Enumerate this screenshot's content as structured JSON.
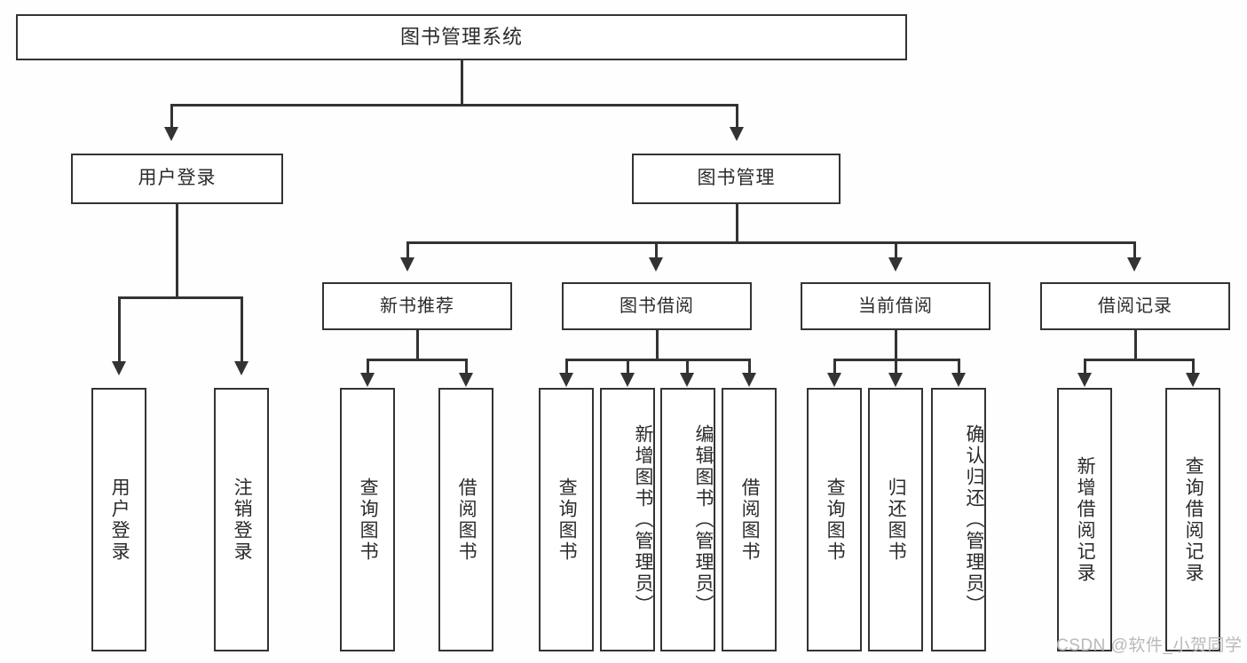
{
  "diagram": {
    "type": "tree-hierarchy",
    "title": "图书管理系统",
    "watermark": "CSDN @软件_小贺同学",
    "colors": {
      "background": "#fefefe",
      "border": "#333333",
      "box_fill": "#ffffff",
      "text": "#2b2b2b",
      "watermark": "#b9b9b9"
    },
    "root": {
      "label": "图书管理系统"
    },
    "level2": [
      {
        "id": "user-login",
        "label": "用户登录"
      },
      {
        "id": "book-management",
        "label": "图书管理"
      }
    ],
    "level3": [
      {
        "id": "new-book-recommend",
        "label": "新书推荐"
      },
      {
        "id": "book-borrow",
        "label": "图书借阅"
      },
      {
        "id": "current-borrow",
        "label": "当前借阅"
      },
      {
        "id": "borrow-record",
        "label": "借阅记录"
      }
    ],
    "leaves": {
      "user_login": [
        {
          "id": "leaf-user-login",
          "label": "用户登录"
        },
        {
          "id": "leaf-logout-login",
          "label": "注销登录"
        }
      ],
      "new_book_recommend": [
        {
          "id": "leaf-query-book-1",
          "label": "查询图书"
        },
        {
          "id": "leaf-borrow-book-1",
          "label": "借阅图书"
        }
      ],
      "book_borrow": [
        {
          "id": "leaf-query-book-2",
          "label": "查询图书"
        },
        {
          "id": "leaf-add-book",
          "label": "新增图书（管理员）"
        },
        {
          "id": "leaf-edit-book",
          "label": "编辑图书（管理员）"
        },
        {
          "id": "leaf-borrow-book-2",
          "label": "借阅图书"
        }
      ],
      "current_borrow": [
        {
          "id": "leaf-query-book-3",
          "label": "查询图书"
        },
        {
          "id": "leaf-return-book",
          "label": "归还图书"
        },
        {
          "id": "leaf-confirm-return",
          "label": "确认归还（管理员）"
        }
      ],
      "borrow_record": [
        {
          "id": "leaf-add-record",
          "label": "新增借阅记录"
        },
        {
          "id": "leaf-query-record",
          "label": "查询借阅记录"
        }
      ]
    }
  }
}
